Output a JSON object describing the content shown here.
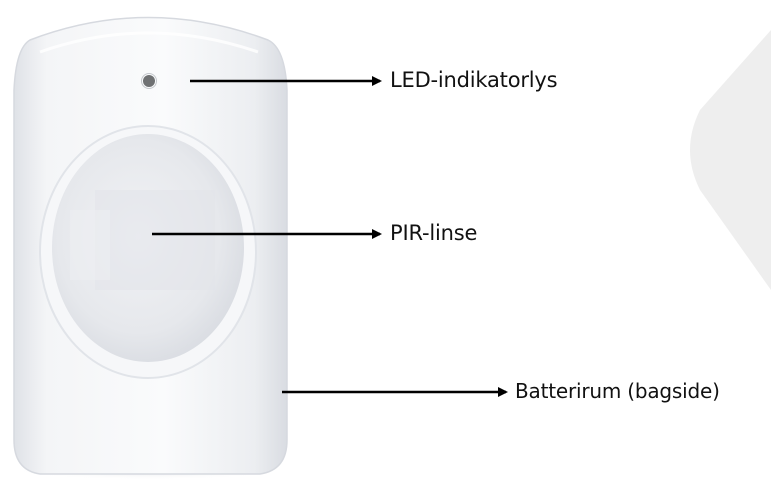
{
  "labels": {
    "led": "LED-indikatorlys",
    "lens": "PIR-linse",
    "battery": "Batterirum (bagside)"
  },
  "colors": {
    "background": "#ffffff",
    "device_body": "#f2f3f6",
    "device_edge": "#dcdfe5",
    "lens": "#e9ebef",
    "led": "#6f7173",
    "arrow": "#000000",
    "text": "#111111"
  }
}
